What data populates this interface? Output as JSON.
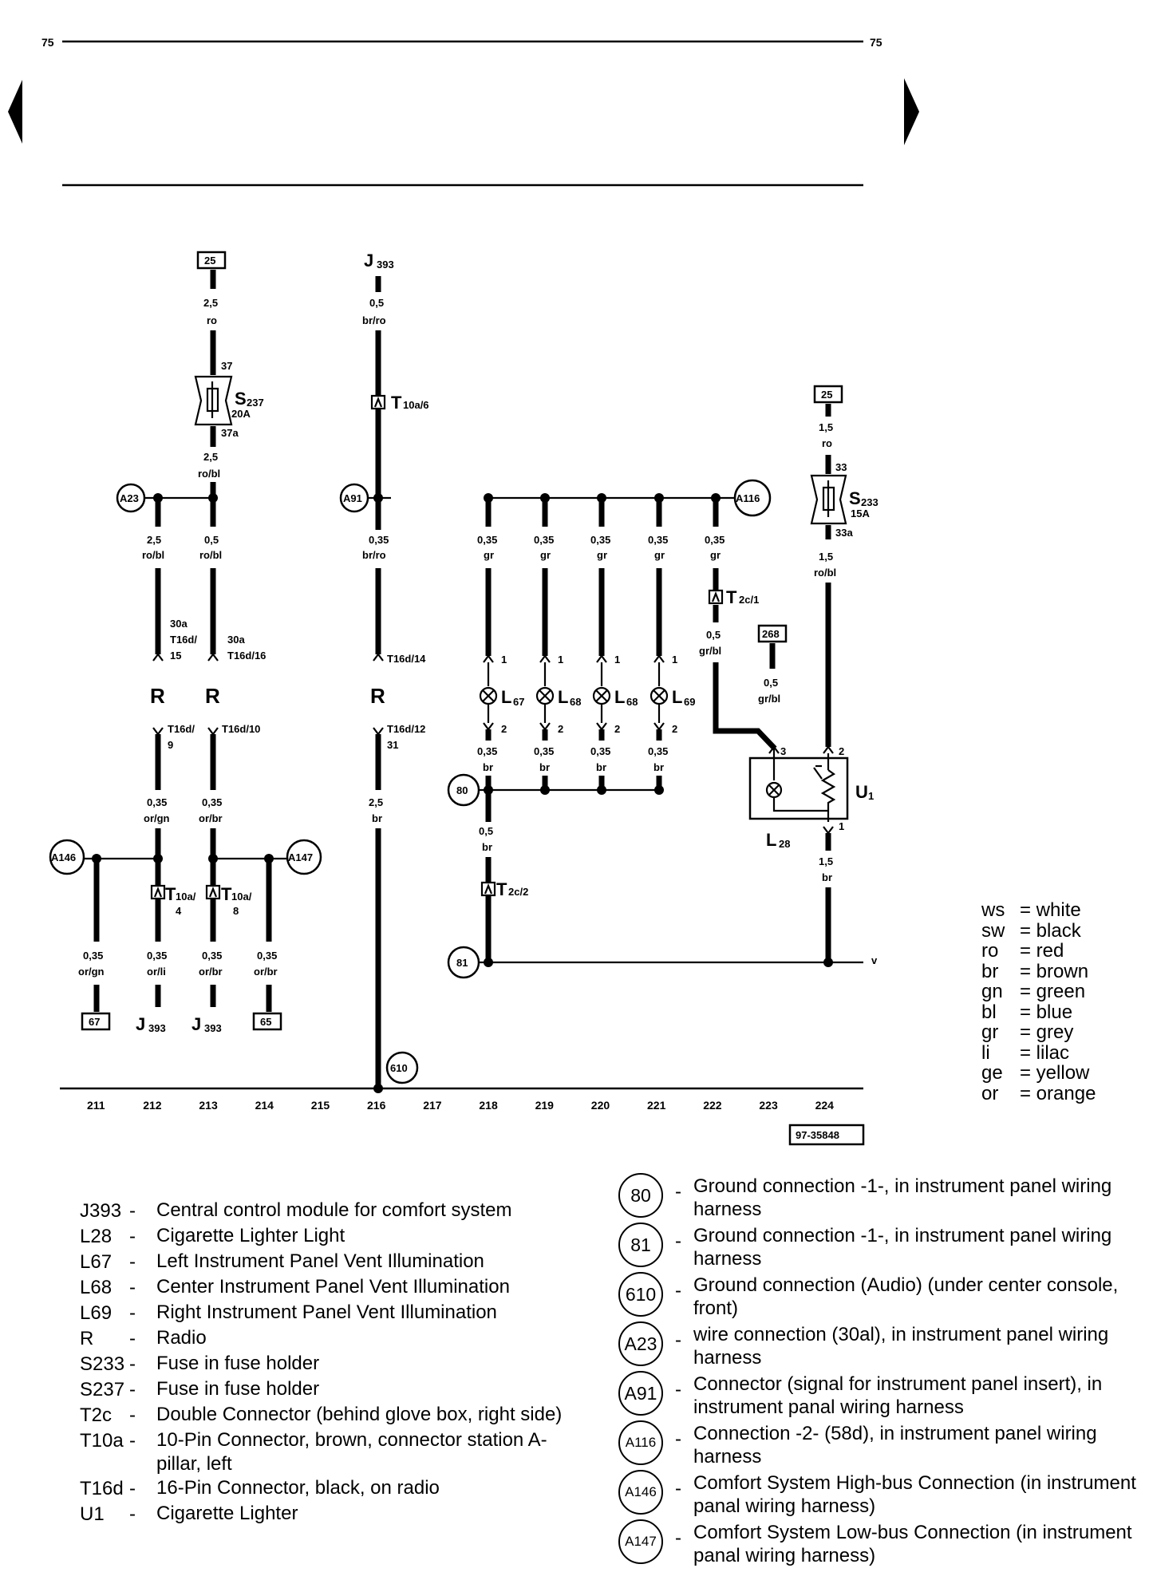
{
  "page": {
    "page_number": "75",
    "doc_id": "97-35848"
  },
  "tracks": [
    "211",
    "212",
    "213",
    "214",
    "215",
    "216",
    "217",
    "218",
    "219",
    "220",
    "221",
    "222",
    "223",
    "224"
  ],
  "terminals": {
    "t25a": "25",
    "t25b": "25",
    "t268": "268",
    "t67": "67",
    "t65": "65"
  },
  "components": {
    "J393": "J",
    "J393_sub": "393",
    "S237": "S",
    "S237_sub": "237",
    "S237_rating": "20A",
    "S233": "S",
    "S233_sub": "233",
    "S233_rating": "15A",
    "R": "R",
    "L67": "L",
    "L67_sub": "67",
    "L68": "L",
    "L68_sub": "68",
    "L69": "L",
    "L69_sub": "69",
    "U1": "U",
    "U1_sub": "1",
    "L28": "L",
    "L28_sub": "28",
    "T10a6": "T",
    "T10a6_sub": "10a/6",
    "T2c1": "T",
    "T2c1_sub": "2c/1",
    "T2c2": "T",
    "T2c2_sub": "2c/2",
    "T10a4": "T",
    "T10a4_sub": "10a/",
    "T10a4_num": "4",
    "T10a8": "T",
    "T10a8_sub": "10a/",
    "T10a8_num": "8",
    "J393b": "J",
    "J393b_sub": "393",
    "J393c": "J",
    "J393c_sub": "393"
  },
  "wire_labels": {
    "w1_size": "2,5",
    "w1_color": "ro",
    "w2_size": "0,5",
    "w2_color": "br/ro",
    "w3_size": "2,5",
    "w3_color": "ro/bl",
    "w4_size": "2,5",
    "w4_color": "ro/bl",
    "w5_size": "0,5",
    "w5_color": "ro/bl",
    "w6_size": "0,35",
    "w6_color": "br/ro",
    "wg_size": "0,35",
    "wg_color": "gr",
    "wbr_size": "0,35",
    "wbr_color": "br",
    "w7_size": "1,5",
    "w7_color": "ro",
    "w8_size": "1,5",
    "w8_color": "ro/bl",
    "w9_size": "0,5",
    "w9_color": "gr/bl",
    "w10_size": "0,5",
    "w10_color": "gr/bl",
    "w11_size": "0,35",
    "w11_color": "or/gn",
    "w12_size": "0,35",
    "w12_color": "or/br",
    "w13_size": "2,5",
    "w13_color": "br",
    "w14_size": "0,5",
    "w14_color": "br",
    "w15_size": "1,5",
    "w15_color": "br",
    "w16_size": "0,35",
    "w16_color": "or/gn",
    "w17_size": "0,35",
    "w17_color": "or/li",
    "w18_size": "0,35",
    "w18_color": "or/br",
    "w19_size": "0,35",
    "w19_color": "or/br"
  },
  "pins": {
    "p37": "37",
    "p37a": "37a",
    "p33": "33",
    "p33a": "33a",
    "p30a_1": "30a",
    "pT16d15a": "T16d/",
    "pT16d15b": "15",
    "p30a_2": "30a",
    "pT16d16": "T16d/16",
    "pT16d14": "T16d/14",
    "pT16d12": "T16d/12",
    "p31": "31",
    "pT16d9a": "T16d/",
    "pT16d9b": "9",
    "pT16d10": "T16d/10",
    "p1": "1",
    "p2": "2",
    "p3": "3",
    "pv": "v"
  },
  "connections": {
    "A23": "A23",
    "A91": "A91",
    "A116": "A116",
    "A146": "A146",
    "A147": "A147",
    "g80": "80",
    "g81": "81",
    "g610": "610"
  },
  "color_key": [
    {
      "abbr": "ws",
      "name": "= white"
    },
    {
      "abbr": "sw",
      "name": "= black"
    },
    {
      "abbr": "ro",
      "name": "= red"
    },
    {
      "abbr": "br",
      "name": "= brown"
    },
    {
      "abbr": "gn",
      "name": "= green"
    },
    {
      "abbr": "bl",
      "name": "= blue"
    },
    {
      "abbr": "gr",
      "name": "= grey"
    },
    {
      "abbr": "li",
      "name": "= lilac"
    },
    {
      "abbr": "ge",
      "name": "= yellow"
    },
    {
      "abbr": "or",
      "name": "= orange"
    }
  ],
  "legend_components": [
    {
      "code": "J393",
      "desc": "Central control module for comfort system"
    },
    {
      "code": "L28",
      "desc": "Cigarette Lighter Light"
    },
    {
      "code": "L67",
      "desc": "Left Instrument Panel Vent Illumination"
    },
    {
      "code": "L68",
      "desc": "Center Instrument Panel Vent Illumination"
    },
    {
      "code": "L69",
      "desc": "Right Instrument Panel Vent Illumination"
    },
    {
      "code": "R",
      "desc": "Radio"
    },
    {
      "code": "S233",
      "desc": "Fuse in fuse holder"
    },
    {
      "code": "S237",
      "desc": "Fuse in fuse holder"
    },
    {
      "code": "T2c",
      "desc": "Double Connector (behind glove box, right side)"
    },
    {
      "code": "T10a",
      "desc": "10-Pin Connector, brown, connector station A-pillar, left"
    },
    {
      "code": "T16d",
      "desc": "16-Pin Connector, black, on radio"
    },
    {
      "code": "U1",
      "desc": "Cigarette Lighter"
    }
  ],
  "legend_connections": [
    {
      "id": "80",
      "desc": "Ground connection -1-, in instrument panel wiring harness"
    },
    {
      "id": "81",
      "desc": "Ground connection -1-, in instrument panel wiring harness"
    },
    {
      "id": "610",
      "desc": "Ground connection (Audio) (under center console, front)"
    },
    {
      "id": "A23",
      "desc": "wire connection (30al), in instrument panel wiring harness"
    },
    {
      "id": "A91",
      "desc": "Connector (signal for instrument panel insert), in instrument panal wiring harness"
    },
    {
      "id": "A116",
      "desc": "Connection -2- (58d), in instrument panel wiring harness"
    },
    {
      "id": "A146",
      "desc": "Comfort System High-bus Connection (in instrument panal wiring harness)"
    },
    {
      "id": "A147",
      "desc": "Comfort System Low-bus Connection (in instrument panal wiring harness)"
    }
  ]
}
